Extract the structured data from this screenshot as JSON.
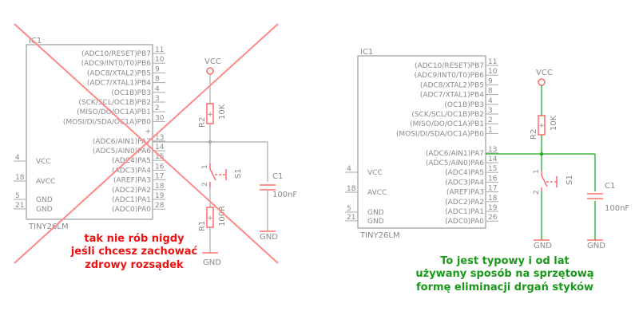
{
  "left": {
    "ic_name": "IC1",
    "ic_part": "TINY26LM",
    "pins_right": [
      {
        "label": "(ADC10/RESET)PB7",
        "num": "11"
      },
      {
        "label": "(ADC9/INT0/T0)PB6",
        "num": "10"
      },
      {
        "label": "(ADC8/XTAL2)PB5",
        "num": "9"
      },
      {
        "label": "(ADC7/XTAL1)PB4",
        "num": "8"
      },
      {
        "label": "(OC1B)PB3",
        "num": "4"
      },
      {
        "label": "(SCK/SCL/OC1B)PB2",
        "num": "3"
      },
      {
        "label": "(MISO/DO/OC1A)PB1",
        "num": "2"
      },
      {
        "label": "(MOSI/DI/SDA/OC1A)PB0",
        "num": "30"
      },
      {
        "label": "+",
        "num": ""
      },
      {
        "label": "(ADC6/AIN1)PA7",
        "num": "13"
      },
      {
        "label": "(ADC5/AIN0)PA6",
        "num": "14"
      },
      {
        "label": "(ADC4)PA5",
        "num": "15"
      },
      {
        "label": "(ADC3)PA4",
        "num": "16"
      },
      {
        "label": "(AREF)PA3",
        "num": "17"
      },
      {
        "label": "(ADC2)PA2",
        "num": "18"
      },
      {
        "label": "(ADC1)PA1",
        "num": "19"
      },
      {
        "label": "(ADC0)PA0",
        "num": "28"
      }
    ],
    "pins_left": [
      {
        "label": "VCC",
        "num": "4"
      },
      {
        "label": "AVCC",
        "num": "18"
      },
      {
        "label": "GND",
        "num": "5"
      },
      {
        "label": "GND",
        "num": "21"
      }
    ],
    "vcc": "VCC",
    "r2_name": "R2",
    "r2_value": "10K",
    "r1_name": "R1",
    "r1_value": "100R",
    "switch_name": "S1",
    "sw_pin1": "1",
    "sw_pin2": "2",
    "cap_name": "C1",
    "cap_value": "100nF",
    "gnd1": "GND",
    "gnd2": "GND",
    "caption": [
      "tak nie rób nigdy",
      "jeśli chcesz zachować",
      "zdrowy rozsądek"
    ]
  },
  "right": {
    "ic_name": "IC1",
    "ic_part": "TINY26LM",
    "pins_right": [
      {
        "label": "(ADC10/RESET)PB7",
        "num": "11"
      },
      {
        "label": "(ADC9/INT0/T0)PB6",
        "num": "10"
      },
      {
        "label": "(ADC8/XTAL2)PB5",
        "num": "9"
      },
      {
        "label": "(ADC7/XTAL1)PB4",
        "num": "8"
      },
      {
        "label": "(OC1B)PB3",
        "num": "4"
      },
      {
        "label": "(SCK/SCL/OC1B)PB2",
        "num": "3"
      },
      {
        "label": "(MISO/DO/OC1A)PB1",
        "num": "2"
      },
      {
        "label": "(MOSI/DI/SDA/OC1A)PB0",
        "num": "1"
      },
      {
        "label": "",
        "num": ""
      },
      {
        "label": "(ADC6/AIN1)PA7",
        "num": "13"
      },
      {
        "label": "(ADC5/AIN0)PA6",
        "num": "14"
      },
      {
        "label": "(ADC4)PA5",
        "num": "15"
      },
      {
        "label": "(ADC3)PA4",
        "num": "16"
      },
      {
        "label": "(AREF)PA3",
        "num": "17"
      },
      {
        "label": "(ADC2)PA2",
        "num": "18"
      },
      {
        "label": "(ADC1)PA1",
        "num": "19"
      },
      {
        "label": "(ADC0)PA0",
        "num": "26"
      }
    ],
    "pins_left": [
      {
        "label": "VCC",
        "num": "4"
      },
      {
        "label": "AVCC",
        "num": "18"
      },
      {
        "label": "GND",
        "num": "5"
      },
      {
        "label": "GND",
        "num": "21"
      }
    ],
    "vcc": "VCC",
    "r2_name": "R2",
    "r2_value": "10K",
    "switch_name": "S1",
    "sw_pin1": "1",
    "sw_pin2": "2",
    "cap_name": "C1",
    "cap_value": "100nF",
    "gnd1": "GND",
    "gnd2": "GND",
    "caption": [
      "To jest typowy i od lat",
      "używany sposób na sprzętową",
      "formę eliminacji drgań styków"
    ]
  },
  "colors": {
    "wire": "#aaaaaa",
    "wire_good": "#22aa22",
    "component": "#ff5555",
    "cross": "#ff8888",
    "caption_bad": "#ee1111",
    "caption_good": "#1a9a1a"
  }
}
